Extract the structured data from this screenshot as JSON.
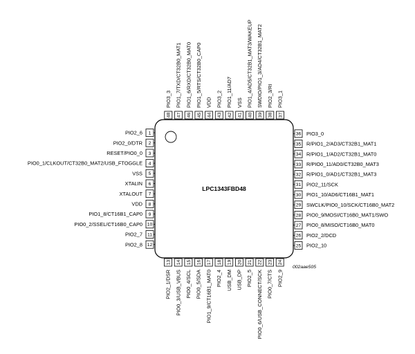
{
  "chip": {
    "name": "LPC1343FBD48",
    "reference": "002aae505"
  },
  "pins": {
    "left": [
      {
        "num": "1",
        "label": "PIO2_6"
      },
      {
        "num": "2",
        "label": "PIO2_0/DTR"
      },
      {
        "num": "3",
        "label": "RESET/PIO0_0"
      },
      {
        "num": "4",
        "label": "PIO0_1/CLKOUT/CT32B0_MAT2/USB_FTOGGLE"
      },
      {
        "num": "5",
        "label": "VSS"
      },
      {
        "num": "6",
        "label": "XTALIN"
      },
      {
        "num": "7",
        "label": "XTALOUT"
      },
      {
        "num": "8",
        "label": "VDD"
      },
      {
        "num": "9",
        "label": "PIO1_8/CT16B1_CAP0"
      },
      {
        "num": "10",
        "label": "PIO0_2/SSEL/CT16B0_CAP0"
      },
      {
        "num": "11",
        "label": "PIO2_7"
      },
      {
        "num": "12",
        "label": "PIO2_8"
      }
    ],
    "bottom": [
      {
        "num": "13",
        "label": "PIO2_1/DSR"
      },
      {
        "num": "14",
        "label": "PIO0_3/USB_VBUS"
      },
      {
        "num": "15",
        "label": "PIO0_4/SCL"
      },
      {
        "num": "16",
        "label": "PIO0_5/SDA"
      },
      {
        "num": "17",
        "label": "PIO1_9/CT16B1_MAT0"
      },
      {
        "num": "18",
        "label": "PIO2_4"
      },
      {
        "num": "19",
        "label": "USB_DM"
      },
      {
        "num": "20",
        "label": "USB_DP"
      },
      {
        "num": "21",
        "label": "PIO2_5"
      },
      {
        "num": "22",
        "label": "PIO0_6/USB_CONNECT/SCK"
      },
      {
        "num": "23",
        "label": "PIO0_7/CTS"
      },
      {
        "num": "24",
        "label": "PIO2_9"
      }
    ],
    "right": [
      {
        "num": "25",
        "label": "PIO2_10"
      },
      {
        "num": "26",
        "label": "PIO2_2/DCD"
      },
      {
        "num": "27",
        "label": "PIO0_8/MISO/CT16B0_MAT0"
      },
      {
        "num": "28",
        "label": "PIO0_9/MOSI/CT16B0_MAT1/SWO"
      },
      {
        "num": "29",
        "label": "SWCLK/PIO0_10/SCK/CT16B0_MAT2"
      },
      {
        "num": "30",
        "label": "PIO1_10/AD6/CT16B1_MAT1"
      },
      {
        "num": "31",
        "label": "PIO2_11/SCK"
      },
      {
        "num": "32",
        "label": "R/PIO1_0/AD1/CT32B1_MAT3"
      },
      {
        "num": "33",
        "label": "R/PIO0_11/AD0/CT32B0_MAT3"
      },
      {
        "num": "34",
        "label": "R/PIO1_1/AD2/CT32B1_MAT0"
      },
      {
        "num": "35",
        "label": "R/PIO1_2/AD3/CT32B1_MAT1"
      },
      {
        "num": "36",
        "label": "PIO3_0"
      }
    ],
    "top": [
      {
        "num": "37",
        "label": "PIO3_1"
      },
      {
        "num": "38",
        "label": "PIO2_3/RI"
      },
      {
        "num": "39",
        "label": "SWDIO/PIO1_3/AD4/CT32B1_MAT2"
      },
      {
        "num": "40",
        "label": "PIO1_4/AD5/CT32B1_MAT3/WAKEUP"
      },
      {
        "num": "41",
        "label": "VSS"
      },
      {
        "num": "42",
        "label": "PIO1_11/AD7"
      },
      {
        "num": "43",
        "label": "PIO3_2"
      },
      {
        "num": "44",
        "label": "VDD"
      },
      {
        "num": "45",
        "label": "PIO1_5/RTS/CT32B0_CAP0"
      },
      {
        "num": "46",
        "label": "PIO1_6/RXD/CT32B0_MAT0"
      },
      {
        "num": "47",
        "label": "PIO1_7/TXD/CT32B0_MAT1"
      },
      {
        "num": "48",
        "label": "PIO3_3"
      }
    ]
  }
}
